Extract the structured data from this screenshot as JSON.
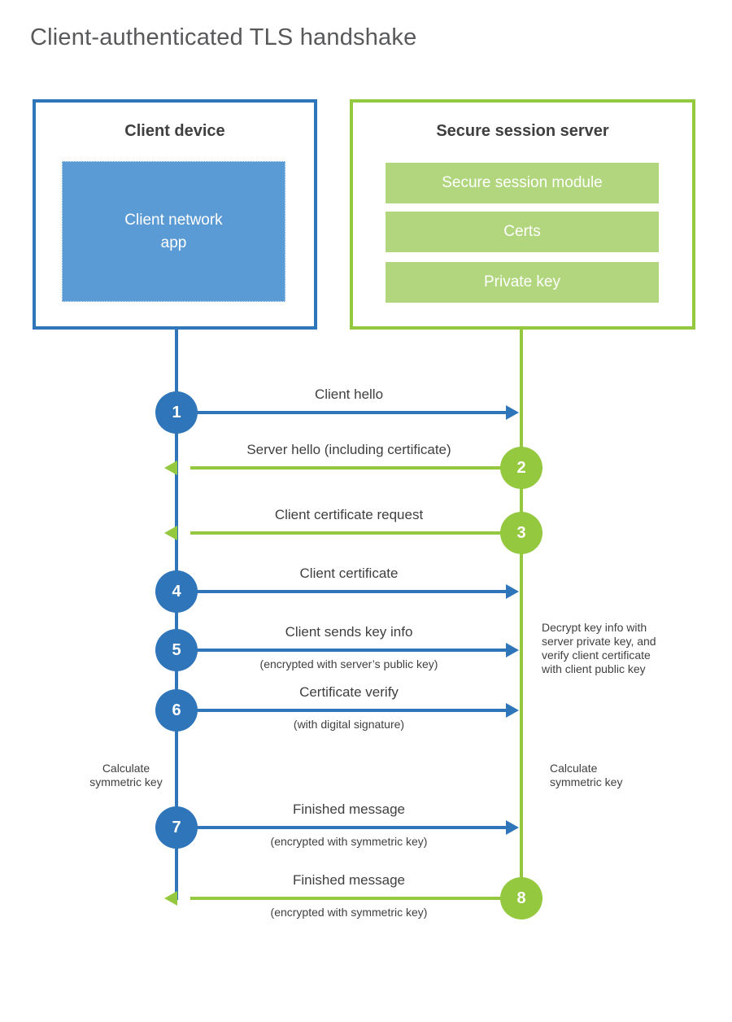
{
  "title": "Client-authenticated TLS handshake",
  "client": {
    "title": "Client device",
    "module": "Client network\napp"
  },
  "server": {
    "title": "Secure session server",
    "modules": [
      "Secure session module",
      "Certs",
      "Private key"
    ]
  },
  "messages": [
    {
      "num": "1",
      "from": "client",
      "label": "Client hello",
      "sub": ""
    },
    {
      "num": "2",
      "from": "server",
      "label": "Server hello (including certificate)",
      "sub": ""
    },
    {
      "num": "3",
      "from": "server",
      "label": "Client certificate request",
      "sub": ""
    },
    {
      "num": "4",
      "from": "client",
      "label": "Client certificate",
      "sub": ""
    },
    {
      "num": "5",
      "from": "client",
      "label": "Client sends key info",
      "sub": "(encrypted with server’s public key)"
    },
    {
      "num": "6",
      "from": "client",
      "label": "Certificate verify",
      "sub": "(with digital signature)"
    },
    {
      "num": "7",
      "from": "client",
      "label": "Finished message",
      "sub": "(encrypted with symmetric key)"
    },
    {
      "num": "8",
      "from": "server",
      "label": "Finished message",
      "sub": "(encrypted with symmetric key)"
    }
  ],
  "annotations": {
    "decrypt_note": "Decrypt key info with\nserver private key, and\nverify client certificate\nwith client public key",
    "calc_left": "Calculate\nsymmetric key",
    "calc_right": "Calculate\nsymmetric key"
  },
  "colors": {
    "blue": "#2e76b9",
    "blue_light": "#5b9bd5",
    "green": "#94c83e",
    "green_light": "#b1d67e"
  }
}
